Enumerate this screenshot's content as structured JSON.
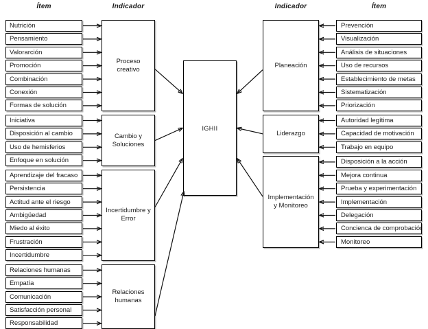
{
  "diagram": {
    "title_center": "IGHII",
    "headers": {
      "left_item": "Ítem",
      "left_indicator": "Indicador",
      "right_indicator": "Indicador",
      "right_item": "Ítem"
    },
    "colors": {
      "stroke": "#000000",
      "box_fill": "#ffffff",
      "shadow": "#828282",
      "text": "#1a1a1a"
    },
    "left_groups": [
      {
        "indicator": "Proceso creativo",
        "items": [
          "Nutrición",
          "Pensamiento",
          "Valorarción",
          "Promoción",
          "Combinación",
          "Conexión",
          "Formas de solución"
        ]
      },
      {
        "indicator": "Cambio y Soluciones",
        "items": [
          "Iniciativa",
          "Disposición al cambio",
          "Uso de hemisferios",
          "Enfoque en solución"
        ]
      },
      {
        "indicator": "Incertidumbre y Error",
        "items": [
          "Aprendizaje del fracaso",
          "Persistencia",
          "Actitud ante el riesgo",
          "Ambigüedad",
          "Miedo al éxito",
          "Frustración",
          "Incertidumbre"
        ]
      },
      {
        "indicator": "Relaciones humanas",
        "items": [
          "Relaciones humanas",
          "Empatía",
          "Comunicación",
          "Satisfacción personal",
          "Responsabilidad"
        ]
      }
    ],
    "right_groups": [
      {
        "indicator": "Planeación",
        "items": [
          "Prevención",
          "Visualización",
          "Análisis de situaciones",
          "Uso de recursos",
          "Establecimiento de metas",
          "Sistematización",
          "Priorización"
        ]
      },
      {
        "indicator": "Liderazgo",
        "items": [
          "Autoridad legítima",
          "Capacidad de motivación",
          "Trabajo en equipo"
        ]
      },
      {
        "indicator": "Implementación y Monitoreo",
        "items": [
          "Disposición a la acción",
          "Mejora continua",
          "Prueba y experimentación",
          "Implementación",
          "Delegación",
          "Concienca de comprobación",
          "Monitoreo"
        ]
      }
    ]
  }
}
